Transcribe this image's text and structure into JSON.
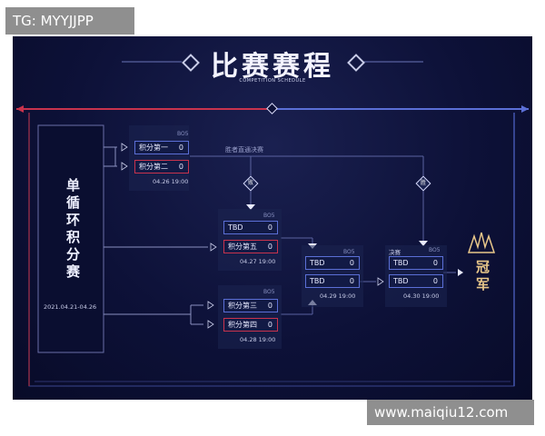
{
  "watermark_top": "TG: MYYJJPP",
  "watermark_bottom": "www.maiqiu12.com",
  "header": {
    "title": "比赛赛程",
    "subtitle": "COMPETITION SCHEDULE"
  },
  "round_robin": {
    "title": "单循环积分赛",
    "dates": "2021.04.21-04.26"
  },
  "matches": {
    "m1": {
      "format": "BO5",
      "team_a": "积分第一",
      "score_a": "0",
      "team_b": "积分第二",
      "score_b": "0",
      "date": "04.26  19:00"
    },
    "m2": {
      "format": "BO5",
      "team_a": "TBD",
      "score_a": "0",
      "team_b": "积分第五",
      "score_b": "0",
      "date": "04.27  19:00"
    },
    "m3": {
      "format": "BO5",
      "team_a": "积分第三",
      "score_a": "0",
      "team_b": "积分第四",
      "score_b": "0",
      "date": "04.28  19:00"
    },
    "m4": {
      "format": "BO5",
      "team_a": "TBD",
      "score_a": "0",
      "team_b": "TBD",
      "score_b": "0",
      "date": "04.29  19:00"
    },
    "m5": {
      "label": "决赛",
      "format": "BO5",
      "team_a": "TBD",
      "score_a": "0",
      "team_b": "TBD",
      "score_b": "0",
      "date": "04.30  19:00"
    }
  },
  "labels": {
    "winner_to_final": "胜者直通决赛",
    "lose_badge": "败",
    "win_badge": "胜"
  },
  "champion": "冠军",
  "colors": {
    "red_accent": "#c8334d",
    "blue_accent": "#5b6fd6",
    "gold": "#e8c78a",
    "background": "#0d1138"
  }
}
